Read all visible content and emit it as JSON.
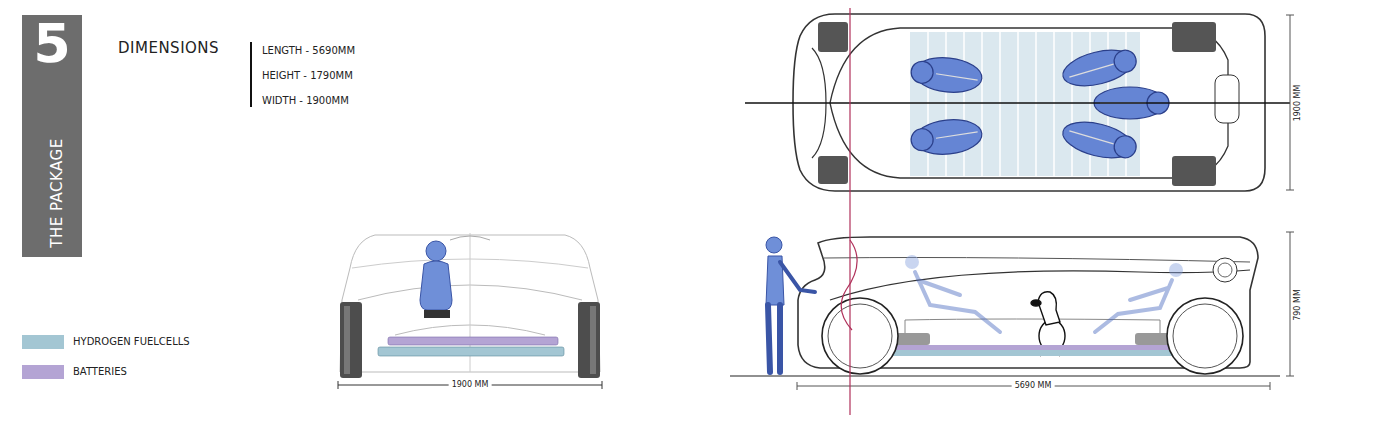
{
  "diagram": {
    "title": "DIMENSIONS",
    "nodes": [
      {
        "text": [
          "5",
          "THE PACKAGE"
        ]
      }
    ],
    "labels": [
      "LENGTH - 5690MM",
      "HEIGHT - 1790MM",
      "WIDTH - 1900MM",
      "1900 MM",
      "1900 MM",
      "5690 MM",
      "790 MM"
    ],
    "legend": [
      {
        "text": "HYDROGEN FUELCELLS",
        "color": "#a3c6d3"
      },
      {
        "text": "BATTERIES",
        "color": "#b4a4d4"
      }
    ]
  }
}
